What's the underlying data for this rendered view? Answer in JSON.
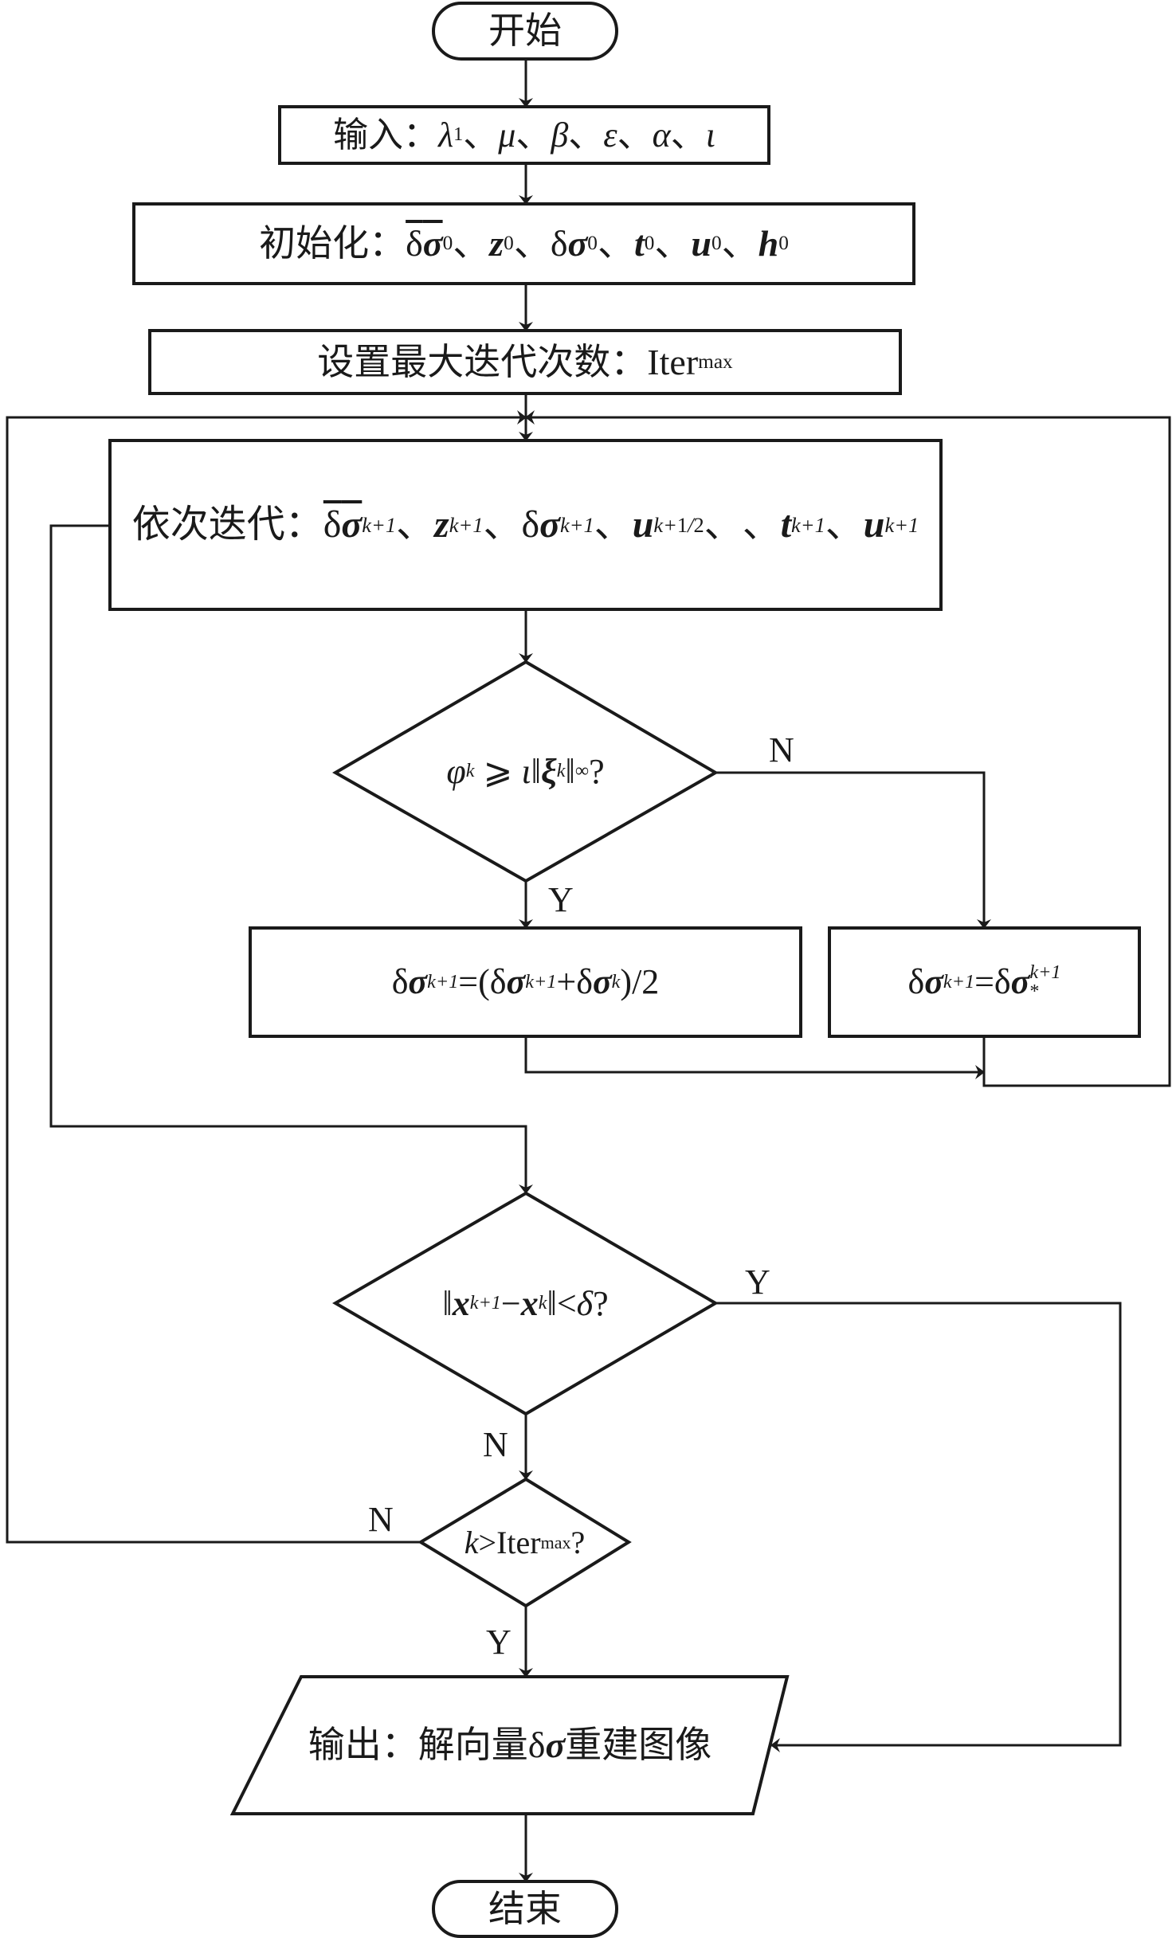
{
  "diagram": {
    "title": "",
    "nodes": {
      "start": {
        "type": "terminator",
        "label": "开始"
      },
      "input": {
        "type": "process",
        "prefix": "输入：",
        "params": [
          "λ₁",
          "μ",
          "β",
          "ε",
          "α",
          "ι"
        ]
      },
      "init": {
        "type": "process",
        "prefix": "初始化：",
        "vars": [
          "δσ̄⁰",
          "z⁰",
          "δσ⁰",
          "t⁰",
          "u⁰",
          "h₀"
        ]
      },
      "set_max": {
        "type": "process",
        "prefix": "设置最大迭代次数：",
        "value": "Iter",
        "value_sub": "max"
      },
      "iterate": {
        "type": "process",
        "prefix": "依次迭代：",
        "vars": [
          "δσ̄^(k+1)",
          "z^(k+1)",
          "δσ^(k+1)",
          "u^(k+1/2)",
          "",
          "t^(k+1)",
          "u^(k+1)"
        ]
      },
      "decision1": {
        "type": "decision",
        "label": "φ^k ⩾ ι‖ξ_k‖∞?"
      },
      "yes_update": {
        "type": "process",
        "label": "δσ^(k+1)=(δσ^(k+1)+δσ^k)/2"
      },
      "no_update": {
        "type": "process",
        "label": "δσ^(k+1)=δσ*^(k+1)"
      },
      "decision2": {
        "type": "decision",
        "label": "‖x^(k+1)−x^k‖<δ?"
      },
      "decision3": {
        "type": "decision",
        "label": "k>Iter_max?"
      },
      "output": {
        "type": "io",
        "label": "输出：解向量δσ重建图像"
      },
      "end": {
        "type": "terminator",
        "label": "结束"
      }
    },
    "branch_labels": {
      "d1_no": "N",
      "d1_yes": "Y",
      "d2_yes": "Y",
      "d2_no": "N",
      "d3_no": "N",
      "d3_yes": "Y"
    },
    "text": {
      "sep": "、",
      "colon": "：",
      "lambda": "λ",
      "one": "1",
      "mu": "μ",
      "beta": "β",
      "eps": "ε",
      "alpha": "α",
      "iota": "ι",
      "delta": "δ",
      "sigma": "σ",
      "z": "z",
      "t": "t",
      "u": "u",
      "h": "h",
      "zero": "0",
      "kp1": "k+1",
      "k": "k",
      "half_num": "1",
      "half_den": "2",
      "phi": "φ",
      "geq": " ⩾ ",
      "norm": "‖",
      "xi": "ξ",
      "inf": "∞",
      "q": "?",
      "eq": "=",
      "lp": "(",
      "plus": "+",
      "rp_div2": ")/2",
      "star": "*",
      "x": "x",
      "minus": "−",
      "lt": "<",
      "iter": "Iter",
      "max": "max",
      "gt": ">",
      "prefix_input": "输入：",
      "prefix_init": "初始化：",
      "prefix_set": "设置最大迭代次数：",
      "prefix_iter": "依次迭代：",
      "output_a": "输出：解向量",
      "output_b": "重建图像"
    }
  }
}
